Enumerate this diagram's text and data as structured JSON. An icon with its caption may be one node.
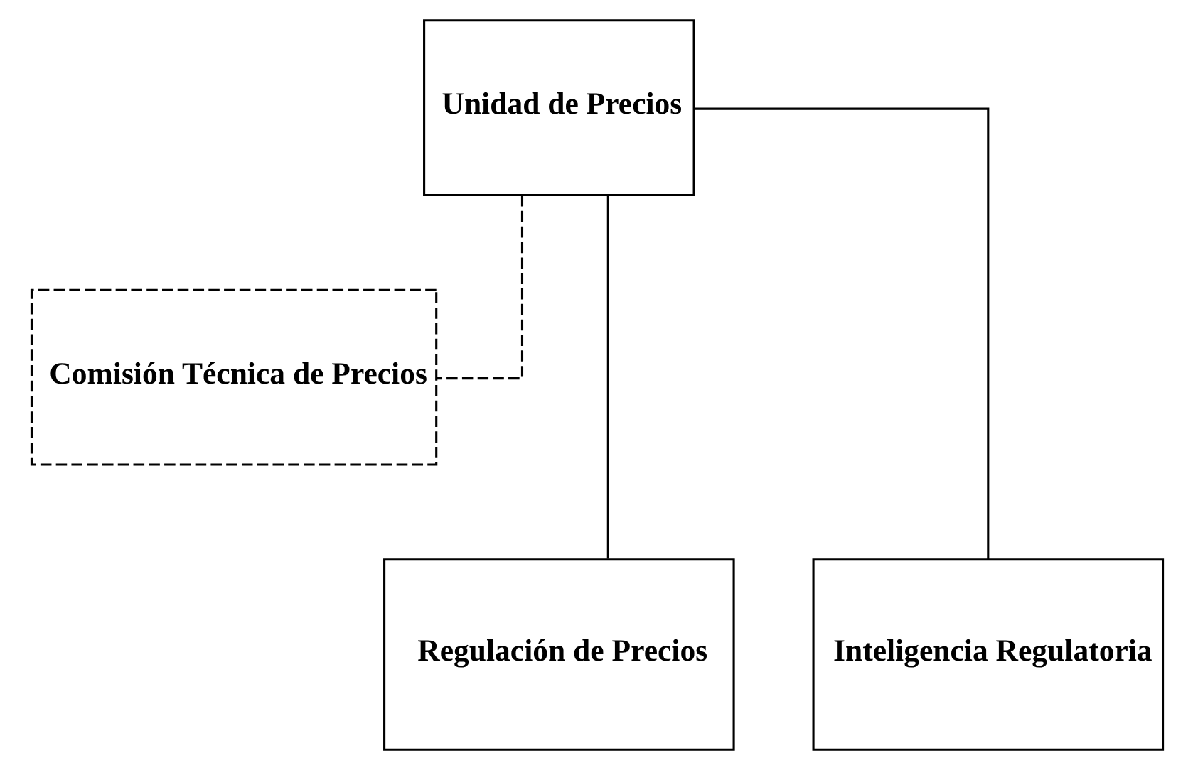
{
  "diagram": {
    "nodes": [
      {
        "text": [
          "Unidad de Precios"
        ]
      },
      {
        "text": [
          "Comisión Técnica de Precios"
        ]
      },
      {
        "text": [
          "Regulación de Precios"
        ]
      },
      {
        "text": [
          "Inteligencia Regulatoria"
        ]
      }
    ],
    "edges": [
      {
        "from": 0,
        "to": 1,
        "arrow": "none",
        "style": "dashed"
      },
      {
        "from": 0,
        "to": 2,
        "arrow": "none"
      },
      {
        "from": 0,
        "to": 3,
        "arrow": "none"
      }
    ]
  }
}
